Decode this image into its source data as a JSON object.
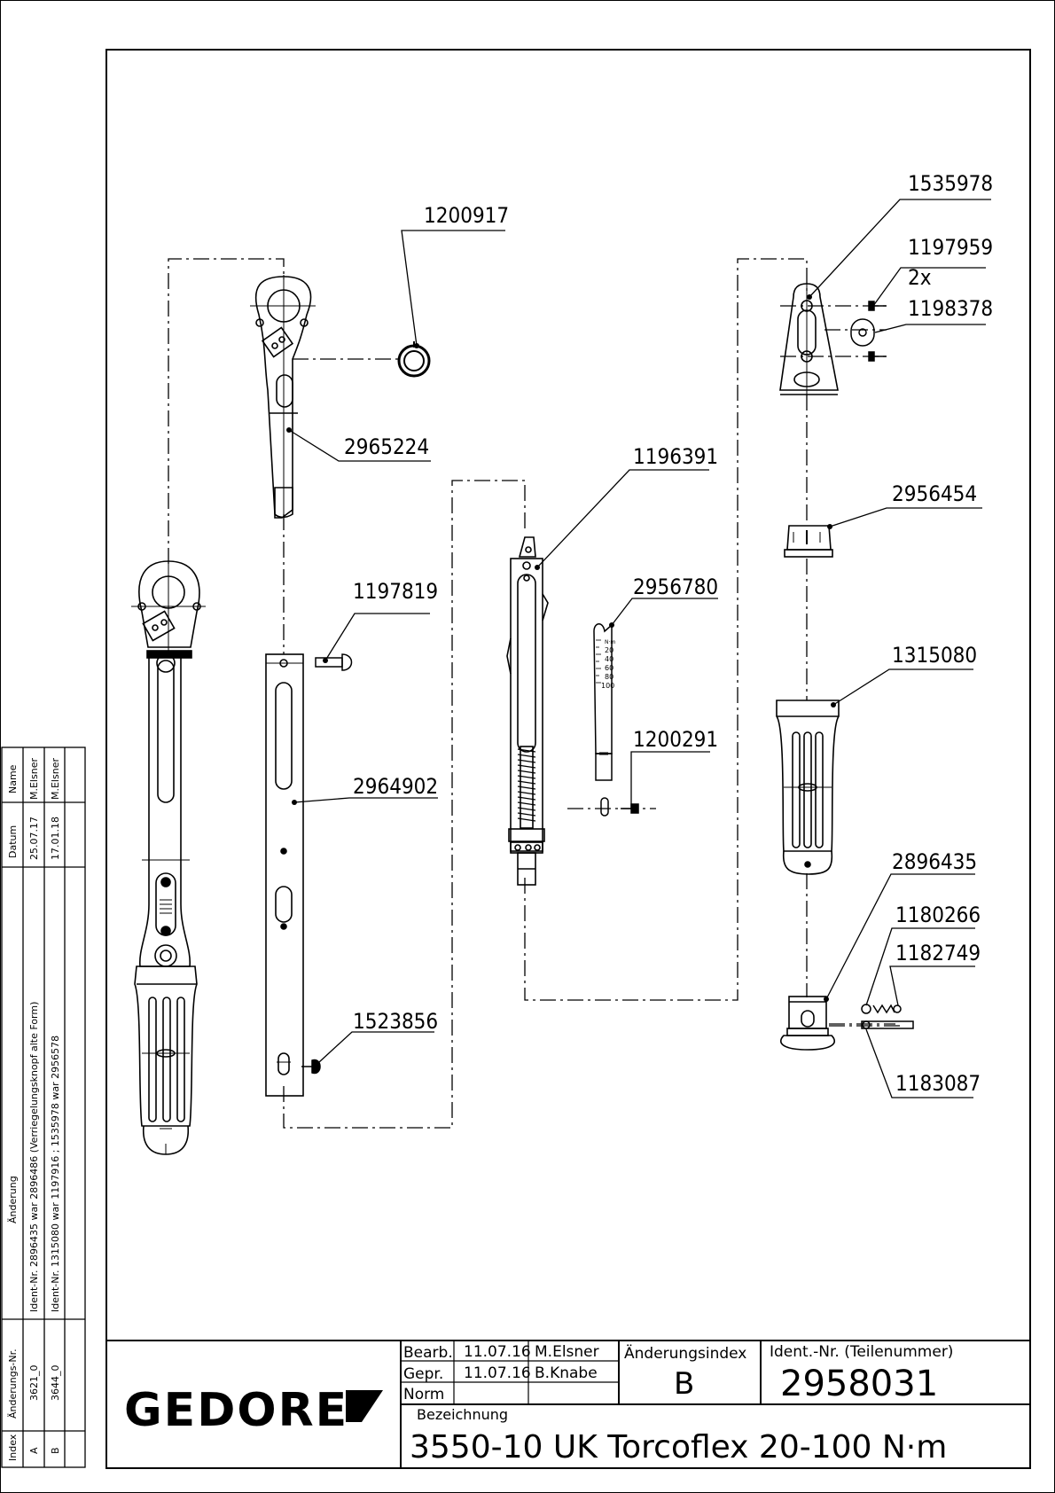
{
  "parts": {
    "p1200917": "1200917",
    "p2965224": "2965224",
    "p1197819": "1197819",
    "p2964902": "2964902",
    "p1523856": "1523856",
    "p1196391": "1196391",
    "p2956780": "2956780",
    "p1200291": "1200291",
    "p1535978": "1535978",
    "p1197959": "1197959",
    "p1197959_qty": "2x",
    "p1198378": "1198378",
    "p2956454": "2956454",
    "p1315080": "1315080",
    "p2896435": "2896435",
    "p1180266": "1180266",
    "p1182749": "1182749",
    "p1183087": "1183087"
  },
  "scale": {
    "unit": "N·m",
    "ticks": [
      "20",
      "40",
      "60",
      "80",
      "100"
    ]
  },
  "title_block": {
    "logo": "GEDORE",
    "rows": [
      {
        "label": "Bearb.",
        "date": "11.07.16",
        "name": "M.Elsner"
      },
      {
        "label": "Gepr.",
        "date": "11.07.16",
        "name": "B.Knabe"
      },
      {
        "label": "Norm",
        "date": "",
        "name": ""
      }
    ],
    "change_index_label": "Änderungsindex",
    "change_index": "B",
    "ident_label": "Ident.-Nr.  (Teilenummer)",
    "ident_number": "2958031",
    "designation_label": "Bezeichnung",
    "designation": "3550-10 UK Torcoflex 20-100 N·m"
  },
  "revision_table": {
    "headers": {
      "index": "Index",
      "change_no": "Änderungs-Nr.",
      "change": "Änderung",
      "date": "Datum",
      "name": "Name"
    },
    "rows": [
      {
        "index": "A",
        "change_no": "3621_0",
        "change": "Ident-Nr. 2896435 war 2896486 (Verriegelungsknopf alte Form)",
        "date": "25.07.17",
        "name": "M.Elsner"
      },
      {
        "index": "B",
        "change_no": "3644_0",
        "change": "Ident-Nr. 1315080 war 1197916 ; 1535978 war 2956578",
        "date": "17.01.18",
        "name": "M.Elsner"
      }
    ]
  }
}
